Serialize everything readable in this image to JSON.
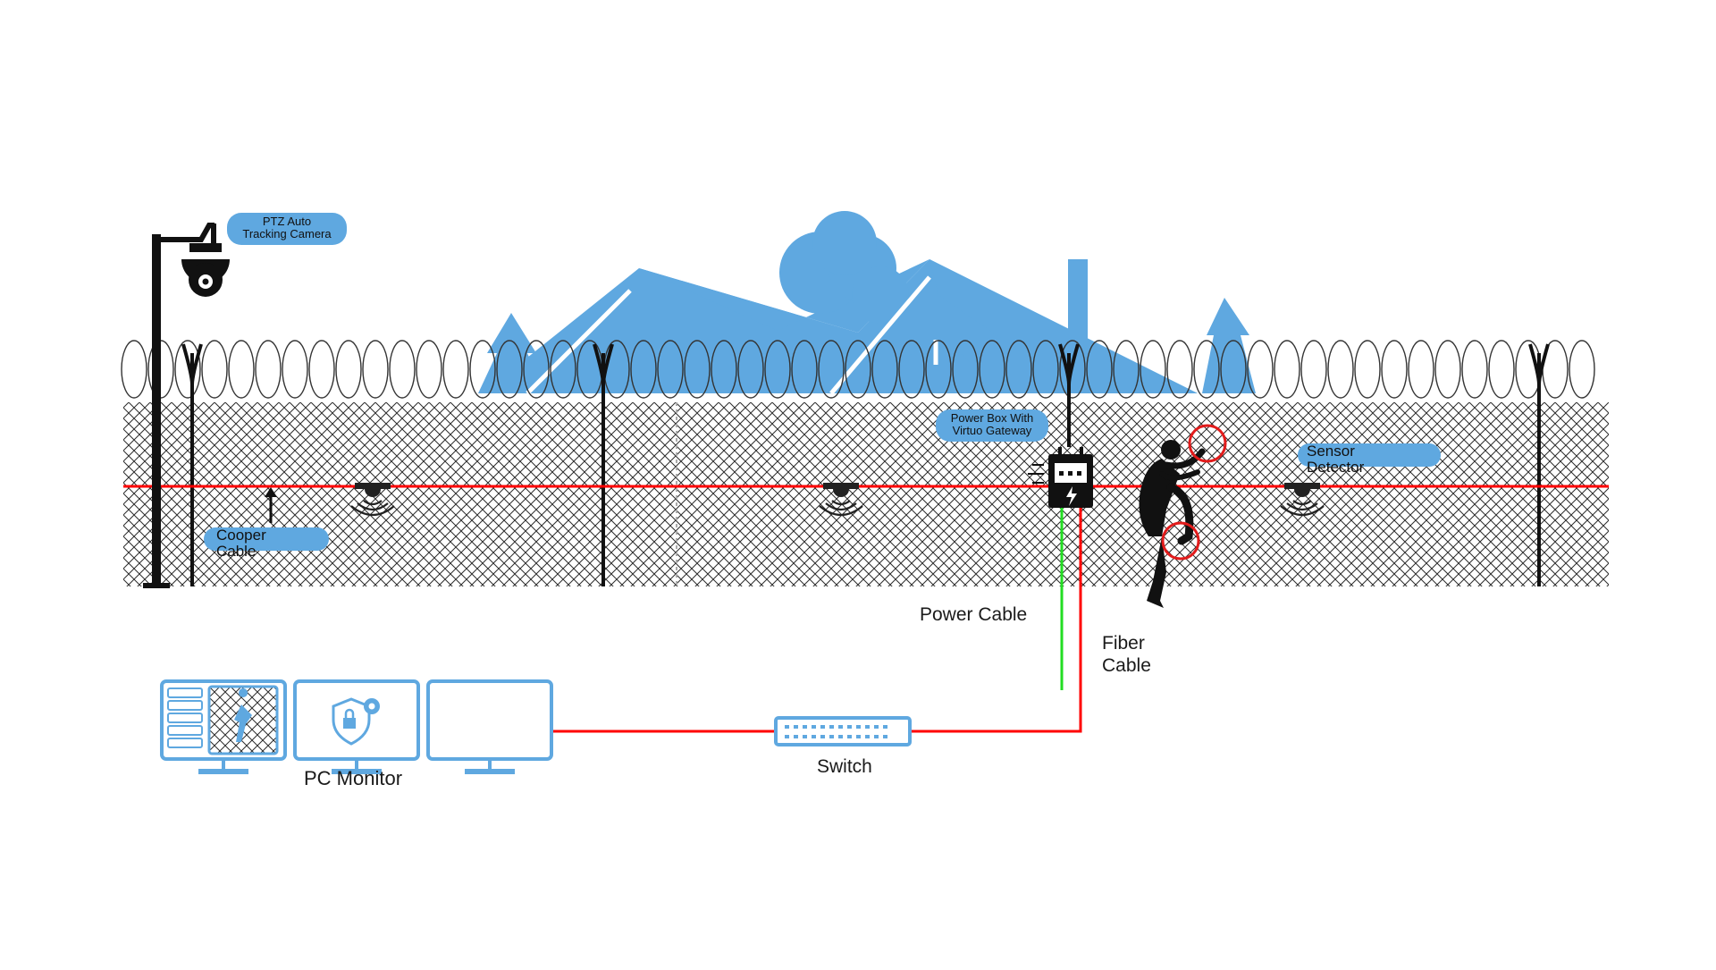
{
  "colors": {
    "house": "#5fa8e0",
    "fiber": "#ff0000",
    "power": "#22dd22",
    "equipment": "#111111",
    "device_outline": "#5fa8e0",
    "pill": "#5fa8e0"
  },
  "labels": {
    "camera": [
      "PTZ Auto",
      "Tracking Camera"
    ],
    "power_box": [
      "Power Box With",
      "Virtuo Gateway"
    ],
    "sensor_detector": [
      "Sensor",
      "Detector"
    ],
    "copper_cable": [
      "Cooper",
      "Cable"
    ],
    "power_cable": "Power Cable",
    "fiber_cable": [
      "Fiber",
      "Cable"
    ],
    "switch": "Switch",
    "pc_monitor": "PC Monitor"
  },
  "icons": {
    "camera": "ptz-dome-camera-icon",
    "power_box": "power-box-icon",
    "sensor": "vibration-sensor-icon",
    "intruder": "climbing-intruder-icon",
    "monitor": "monitor-icon",
    "security": "shield-lock-gear-icon",
    "switch": "network-switch-icon",
    "house": "house-silhouette-icon"
  }
}
